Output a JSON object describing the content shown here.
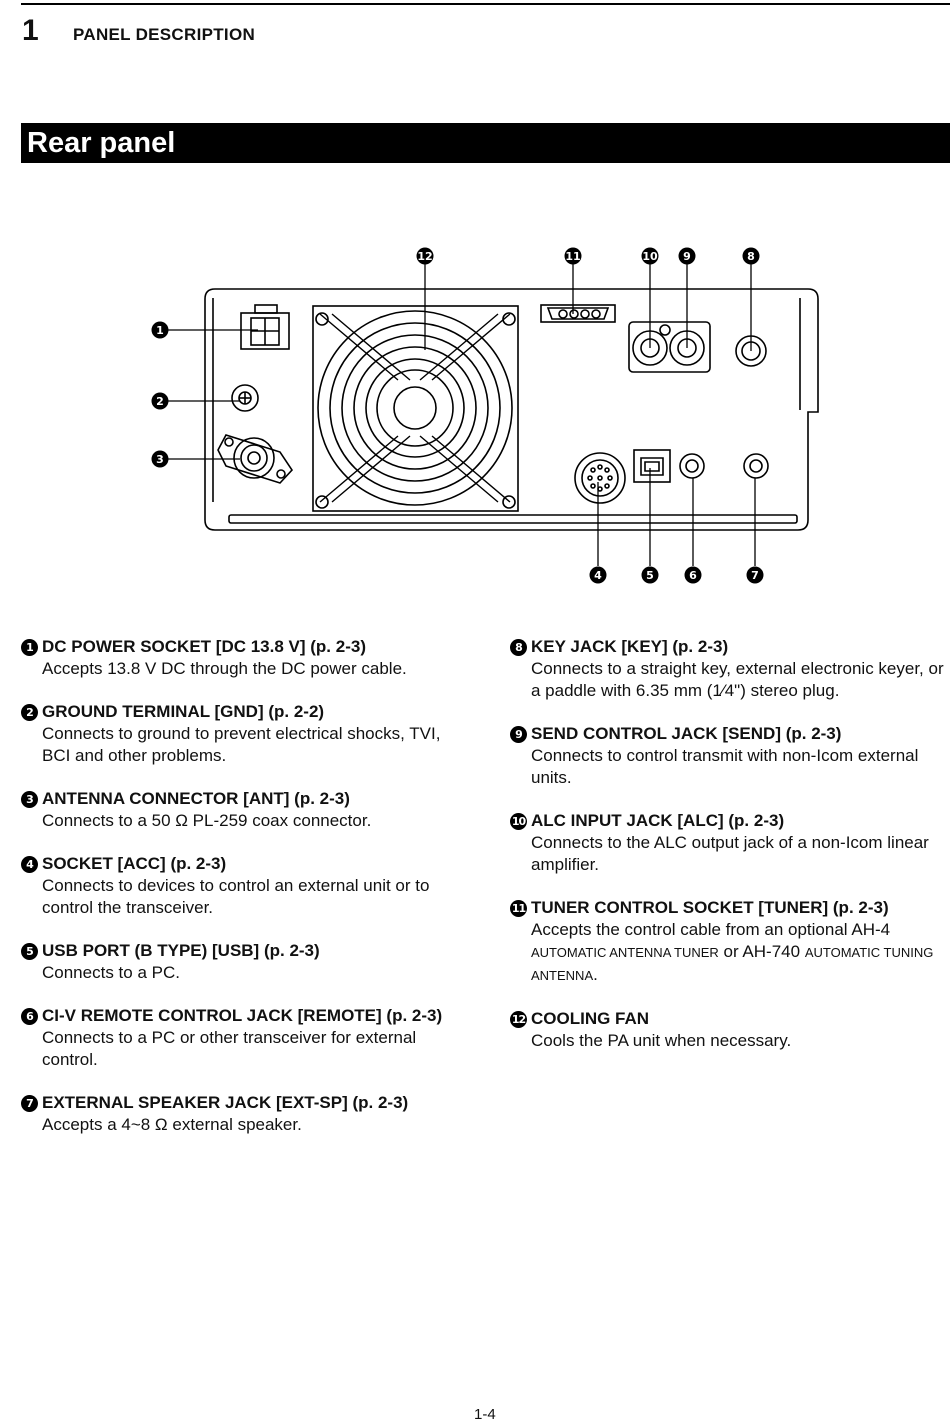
{
  "header": {
    "chapter_number": "1",
    "chapter_title": "PANEL DESCRIPTION"
  },
  "section": {
    "title": "Rear panel"
  },
  "callouts": [
    "1",
    "2",
    "3",
    "4",
    "5",
    "6",
    "7",
    "8",
    "9",
    "10",
    "11",
    "12"
  ],
  "items": [
    {
      "num": "1",
      "title": "DC POWER SOCKET [DC 13.8 V] (p. 2-3)",
      "desc": "Accepts 13.8 V DC through the DC power cable."
    },
    {
      "num": "2",
      "title": "GROUND TERMINAL [GND] (p. 2-2)",
      "desc": "Connects to ground to prevent electrical shocks, TVI, BCI and other problems."
    },
    {
      "num": "3",
      "title": "ANTENNA CONNECTOR [ANT] (p. 2-3)",
      "desc": "Connects to a 50 Ω PL-259 coax connector."
    },
    {
      "num": "4",
      "title": "SOCKET [ACC] (p. 2-3)",
      "desc": "Connects to devices to control an external unit or to control the transceiver."
    },
    {
      "num": "5",
      "title": "USB PORT (B TYPE) [USB] (p. 2-3)",
      "desc": "Connects to a PC."
    },
    {
      "num": "6",
      "title": "CI-V REMOTE CONTROL JACK [REMOTE] (p. 2-3)",
      "desc": "Connects to a PC or other transceiver for external control."
    },
    {
      "num": "7",
      "title": "EXTERNAL SPEAKER JACK [EXT-SP] (p. 2-3)",
      "desc": "Accepts a 4~8 Ω external speaker."
    },
    {
      "num": "8",
      "title": "KEY JACK [KEY] (p. 2-3)",
      "desc": "Connects to a straight key, external electronic keyer, or a paddle with 6.35 mm (1⁄4\") stereo plug."
    },
    {
      "num": "9",
      "title": "SEND CONTROL JACK [SEND] (p. 2-3)",
      "desc": "Connects to control transmit with non-Icom external units."
    },
    {
      "num": "10",
      "title": "ALC INPUT JACK [ALC] (p. 2-3)",
      "desc": "Connects to the ALC output jack of a non-Icom linear amplifier."
    },
    {
      "num": "11",
      "title": "TUNER CONTROL SOCKET [TUNER] (p. 2-3)",
      "desc_parts": [
        "Accepts the control cable from an optional AH-4 ",
        "AUTOMATIC ANTENNA TUNER",
        " or AH-740 ",
        "AUTOMATIC TUNING ANTENNA",
        "."
      ]
    },
    {
      "num": "12",
      "title": "COOLING FAN",
      "desc": "Cools the PA unit when necessary."
    }
  ],
  "footer": {
    "page_number": "1-4"
  }
}
